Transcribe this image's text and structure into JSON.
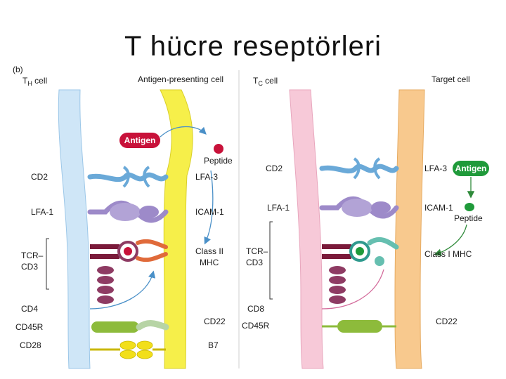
{
  "title": "T hücre reseptörleri",
  "panel_letter": "(b)",
  "left": {
    "cell_label_main": "T",
    "cell_label_sub": "H",
    "cell_label_suffix": " cell",
    "apc_label": "Antigen-presenting cell",
    "antigen": "Antigen",
    "peptide": "Peptide",
    "left_labels": [
      "CD2",
      "LFA-1",
      "TCR–",
      "CD3",
      "CD4",
      "CD45R",
      "CD28"
    ],
    "right_labels": [
      "LFA-3",
      "ICAM-1",
      "Class II",
      "MHC",
      "CD22",
      "B7"
    ]
  },
  "right": {
    "cell_label_main": "T",
    "cell_label_sub": "C",
    "cell_label_suffix": " cell",
    "target_label": "Target cell",
    "antigen": "Antigen",
    "peptide": "Peptide",
    "left_labels": [
      "CD2",
      "LFA-1",
      "TCR–",
      "CD3",
      "CD8",
      "CD45R"
    ],
    "right_labels": [
      "LFA-3",
      "ICAM-1",
      "Class I MHC",
      "CD22"
    ]
  },
  "colors": {
    "th_cell": "#cfe6f7",
    "apc": "#f6ef4a",
    "tc_cell": "#f7c9d8",
    "target": "#f8c98e",
    "antigen_red": "#c8123a",
    "antigen_green": "#1f9a3a",
    "receptor_blue": "#6aa9d8",
    "receptor_purple": "#9d8ac9",
    "cd3_purple": "#8e3b63",
    "cd45r_green": "#8dbb3b",
    "cd28_yellow": "#f2df1a"
  }
}
